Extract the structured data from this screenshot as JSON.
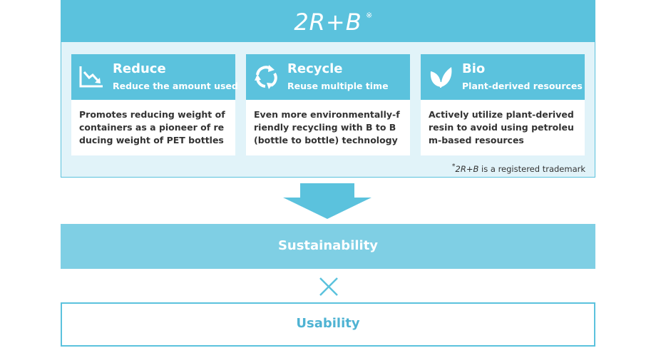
{
  "header": {
    "title": "2R+B",
    "mark": "※"
  },
  "cards": [
    {
      "icon": "trend-down-icon",
      "title": "Reduce",
      "subtitle": "Reduce the amount used",
      "body": "Promotes reducing weight of containers as a pioneer of reducing weight of PET bottles"
    },
    {
      "icon": "recycle-arrows-icon",
      "title": "Recycle",
      "subtitle": "Reuse multiple time",
      "body": "Even more environmentally-friendly recycling with B to B (bottle to bottle) technology"
    },
    {
      "icon": "leaf-icon",
      "title": "Bio",
      "subtitle": "Plant-derived resources",
      "body": "Actively utilize plant-derived resin to avoid using petroleum-based resources"
    }
  ],
  "footnote": {
    "mark": "*",
    "brand": "2R+B",
    "text": " is a registered trademark"
  },
  "flow": {
    "result": "Sustainability",
    "operator_icon": "cross-icon",
    "partner": "Usability"
  },
  "colors": {
    "accent": "#5bc2dd",
    "panel_bg": "#e1f3f9",
    "sustain_bg": "#7fcfe4",
    "usability_text": "#4fb3d3"
  }
}
